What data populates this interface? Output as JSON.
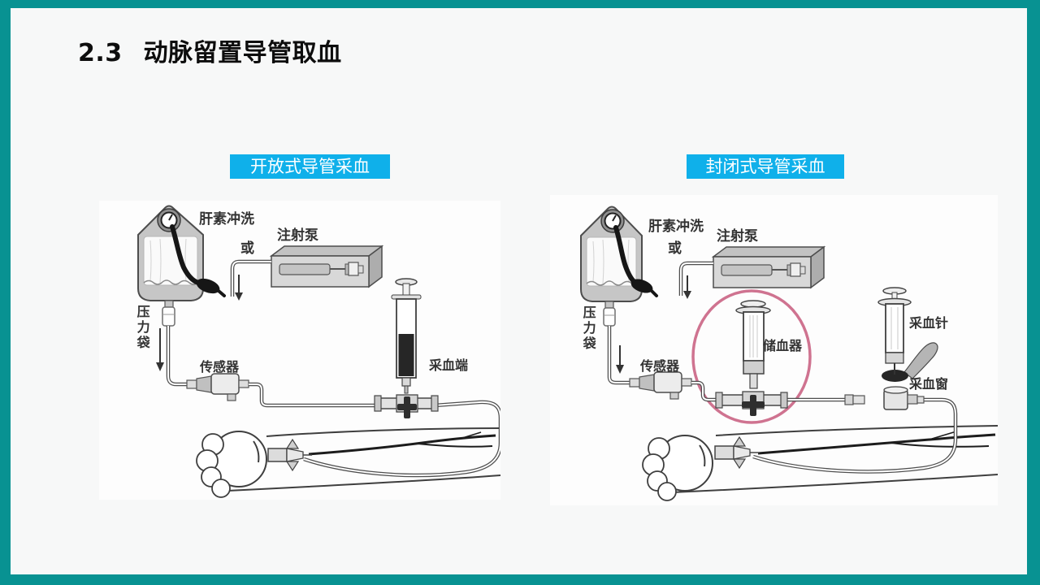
{
  "slide": {
    "title_number": "2.3",
    "title_text": "动脉留置导管取血"
  },
  "colors": {
    "frame": "#089292",
    "tag_bg": "#0fb0ea",
    "highlight_circle": "#cf7390"
  },
  "left_panel": {
    "tag": "开放式导管采血",
    "labels": {
      "heparin_flush": "肝素冲洗",
      "or": "或",
      "syringe_pump": "注射泵",
      "pressure_bag": "压力袋",
      "sensor": "传感器",
      "sampling_end": "采血端"
    }
  },
  "right_panel": {
    "tag": "封闭式导管采血",
    "labels": {
      "heparin_flush": "肝素冲洗",
      "or": "或",
      "syringe_pump": "注射泵",
      "pressure_bag": "压力袋",
      "sensor": "传感器",
      "reservoir": "储血器",
      "sampling_needle": "采血针",
      "sampling_window": "采血窗"
    }
  }
}
